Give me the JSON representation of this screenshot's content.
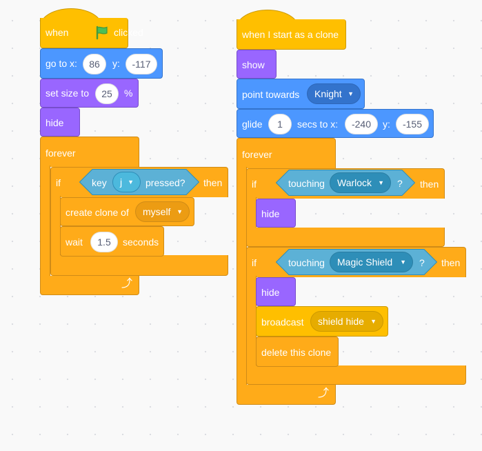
{
  "stack1": {
    "when_label": "when",
    "clicked_label": "clicked",
    "goto_label": "go to x:",
    "goto_x": "86",
    "goto_y_label": "y:",
    "goto_y": "-117",
    "setsize_label": "set size to",
    "setsize_value": "25",
    "setsize_unit": "%",
    "hide_label": "hide",
    "forever_label": "forever",
    "if_label": "if",
    "then_label": "then",
    "key_label": "key",
    "key_value": "j",
    "pressed_label": "pressed?",
    "create_clone_label": "create clone of",
    "create_clone_value": "myself",
    "wait_label": "wait",
    "wait_value": "1.5",
    "wait_unit": "seconds"
  },
  "stack2": {
    "hat_label": "when I start as a clone",
    "show_label": "show",
    "point_label": "point towards",
    "point_value": "Knight",
    "glide_label": "glide",
    "glide_secs": "1",
    "glide_to_label": "secs to x:",
    "glide_x": "-240",
    "glide_y_label": "y:",
    "glide_y": "-155",
    "forever_label": "forever",
    "if1_label": "if",
    "touching1_label": "touching",
    "touching1_value": "Warlock",
    "q1": "?",
    "then1_label": "then",
    "hide1_label": "hide",
    "if2_label": "if",
    "touching2_label": "touching",
    "touching2_value": "Magic Shield",
    "q2": "?",
    "then2_label": "then",
    "hide2_label": "hide",
    "broadcast_label": "broadcast",
    "broadcast_value": "shield hide",
    "delete_label": "delete this clone"
  },
  "icons": {
    "flag": "green-flag-icon",
    "dropdown": "caret-down-icon",
    "repeat": "loop-arrow-icon"
  },
  "colors": {
    "events": "#ffbf00",
    "motion": "#4c97ff",
    "looks": "#9966ff",
    "control": "#ffab19",
    "sensing": "#5cb1d6",
    "flag": "#4cbf56"
  }
}
